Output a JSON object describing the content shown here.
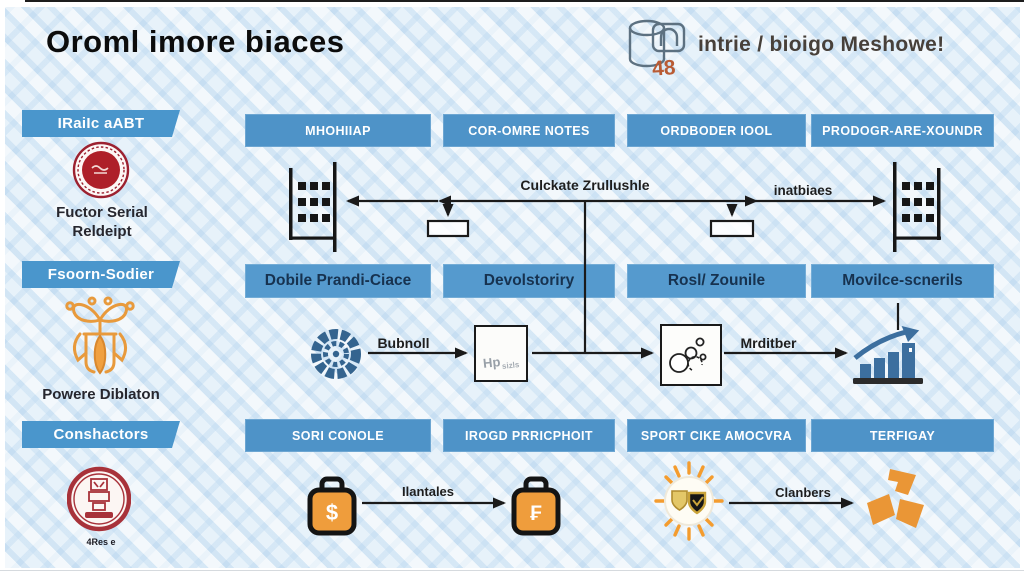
{
  "title": "Oroml imore biaces",
  "brand": {
    "badge_number": "48",
    "label": "intrie / bioigo Meshowe!"
  },
  "sidebar": {
    "sections": [
      {
        "banner": "IRaiIc aABT",
        "caption": "Fuctor Serial\nReldeipt"
      },
      {
        "banner": "Fsoorn-Sodier",
        "caption": "Powere Diblaton"
      },
      {
        "banner": "Conshactors",
        "caption": "4Res e"
      }
    ]
  },
  "grid": {
    "rows": [
      {
        "cells": [
          "MHOHIIAP",
          "COR-OMRE NOTES",
          "ORDBODER IOOL",
          "PRODOGR-ARE-XOUNDR"
        ]
      },
      {
        "cells": [
          "Dobile Prandi-Ciace",
          "Devolstoriry",
          "Rosl/ Zounile",
          "Movilce-scnerils"
        ]
      },
      {
        "cells": [
          "SORI CONOLE",
          "IROGD PRRICPHOIT",
          "SPORT CIKE AMOCVRA",
          "TERFIGAY"
        ]
      }
    ]
  },
  "flows": {
    "row1": {
      "label_left": "Culckate Zrullushle",
      "label_right": "inatbiaes"
    },
    "row2": {
      "label_left": "Bubnoll",
      "box_line1": "Hp",
      "box_line2": "sizls",
      "label_right": "Mrditber"
    },
    "row3": {
      "label_left": "Ilantales",
      "label_right": "Clanbers"
    }
  },
  "colors": {
    "accent_blue": "#4e93c8",
    "accent_orange": "#ef9d3c",
    "accent_red": "#a8242e",
    "background_blue": "#d9eaf7"
  }
}
